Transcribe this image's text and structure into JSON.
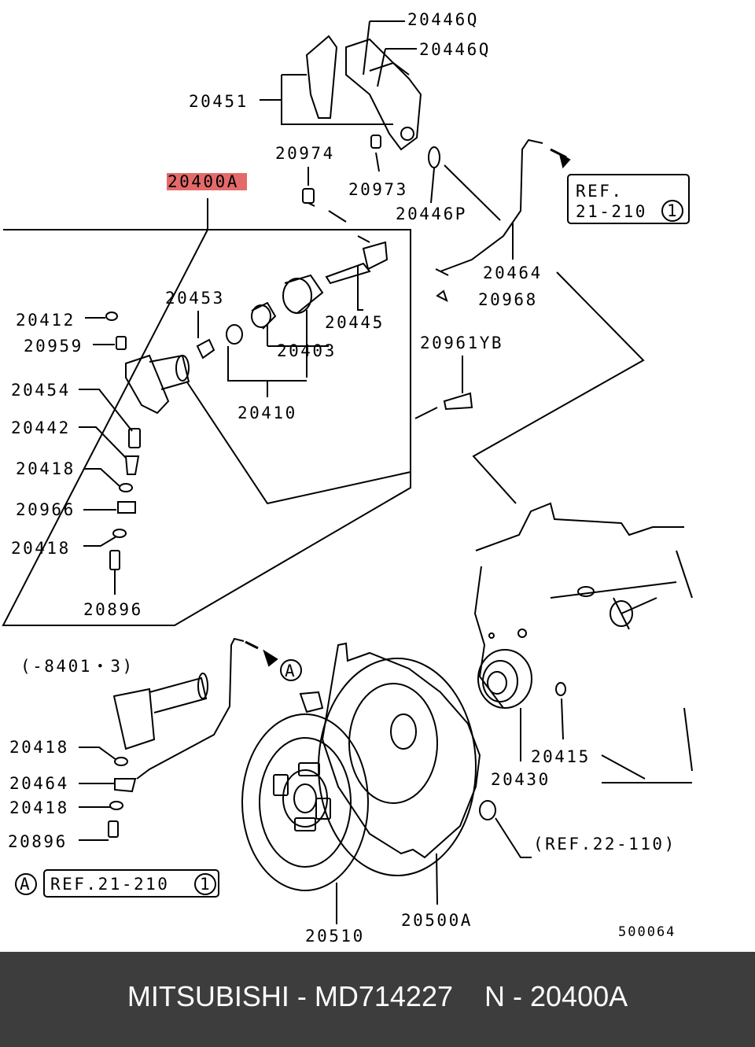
{
  "diagram": {
    "labels": {
      "l20446q_a": "20446Q",
      "l20446q_b": "20446Q",
      "l20451": "20451",
      "l20974": "20974",
      "l20973": "20973",
      "l20446p": "20446P",
      "l20400a": "20400A",
      "l20464_top": "20464",
      "l20968": "20968",
      "l20453": "20453",
      "l20445": "20445",
      "l20412": "20412",
      "l20959": "20959",
      "l20403": "20403",
      "l20961yb": "20961YB",
      "l20454": "20454",
      "l20410": "20410",
      "l20442": "20442",
      "l20418_a": "20418",
      "l20966": "20966",
      "l20418_b": "20418",
      "l20896_a": "20896",
      "l8401": "(-8401・3)",
      "l20418_c": "20418",
      "l20464_b": "20464",
      "l20418_d": "20418",
      "l20896_b": "20896",
      "l20415": "20415",
      "l20430": "20430",
      "lref22": "(REF.22-110)",
      "l20510": "20510",
      "l20500a": "20500A",
      "l500064": "500064",
      "ref_top_line1": "REF.",
      "ref_top_line2": "21-210",
      "ref_circle": "1",
      "ref_bottom": "REF.21-210",
      "callout_a": "A"
    }
  },
  "footer": {
    "brand": "MITSUBISHI",
    "sep1": " - ",
    "part_number": "MD714227",
    "gap": "    ",
    "n_label": "N",
    "sep2": " - ",
    "ref_number": "20400A"
  },
  "colors": {
    "highlight": "#e46a6a",
    "footer_bg": "#3d3d3d",
    "footer_text": "#ffffff"
  }
}
